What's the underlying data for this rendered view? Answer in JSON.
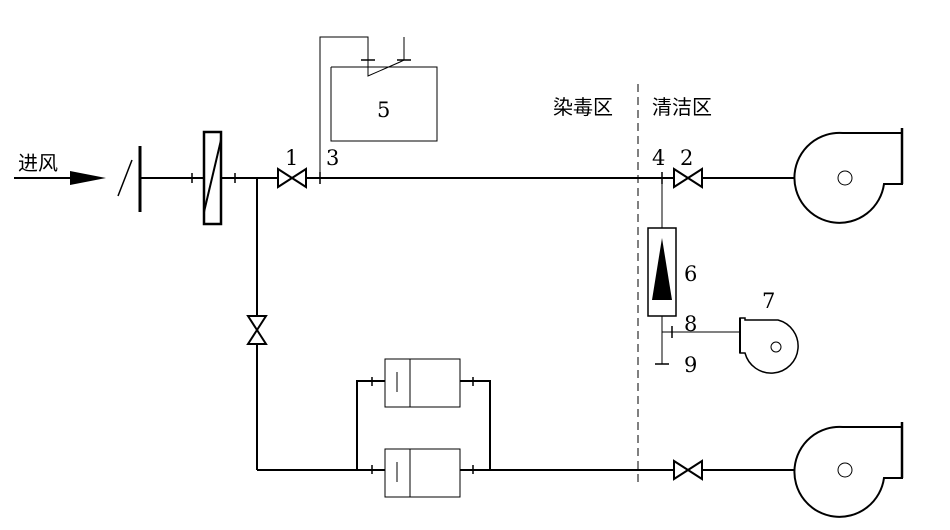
{
  "inlet_label": "进风",
  "zone_contaminated": "染毒区",
  "zone_clean": "清洁区",
  "numbers": {
    "n1": "1",
    "n2": "2",
    "n3": "3",
    "n4": "4",
    "n5": "5",
    "n6": "6",
    "n7": "7",
    "n8": "8",
    "n9": "9"
  },
  "line_color": "#000000"
}
